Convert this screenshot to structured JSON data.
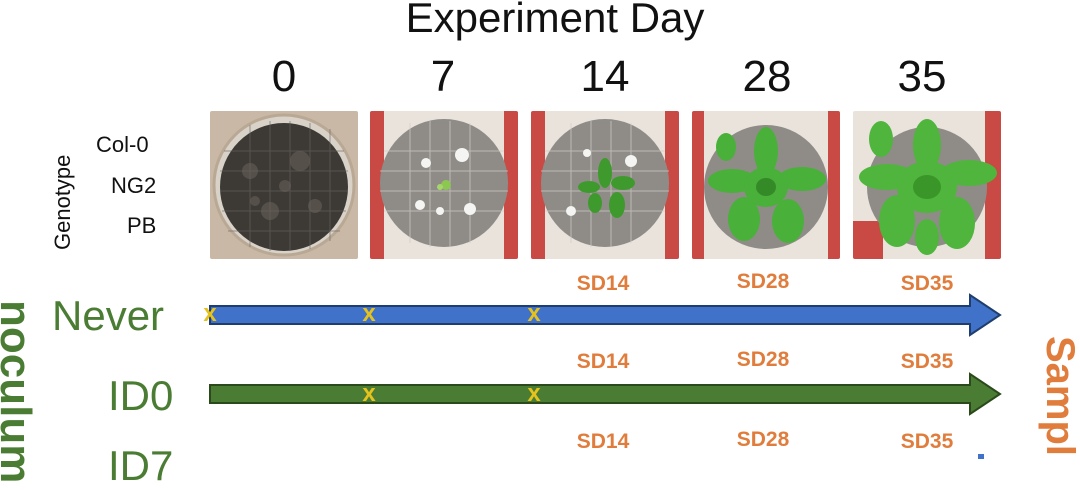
{
  "title": "Experiment Day",
  "days": [
    "0",
    "7",
    "14",
    "28",
    "35"
  ],
  "genotype": {
    "label": "Genotype",
    "items": [
      "Col-0",
      "NG2",
      "PB"
    ]
  },
  "side_left_label": "noculum",
  "side_right_label": "Sampl",
  "rows": [
    {
      "label": "Never",
      "arrow_color": "#3f72c8",
      "marks": [
        "x",
        "x",
        "x"
      ],
      "samples": [
        "SD14",
        "SD28",
        "SD35"
      ]
    },
    {
      "label": "ID0",
      "arrow_color": "#4a7d33",
      "marks": [
        "x",
        "x"
      ],
      "samples": [
        "SD14",
        "SD28",
        "SD35"
      ]
    },
    {
      "label": "ID7",
      "arrow_color": "#3f72c8",
      "marks": [],
      "samples": [
        "SD14",
        "SD28",
        "SD35"
      ]
    }
  ],
  "colors": {
    "inoculum_green": "#4a7d33",
    "sample_orange": "#e07d3c",
    "mark_yellow": "#e6c21e",
    "blue_arrow": "#3f72c8",
    "green_arrow": "#4a7d33"
  }
}
